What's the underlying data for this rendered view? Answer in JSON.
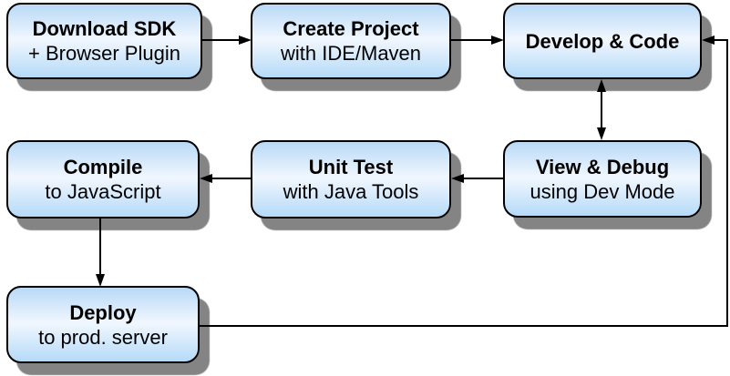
{
  "diagram": {
    "kind": "flowchart",
    "nodes": [
      {
        "id": "download-sdk",
        "title": "Download SDK",
        "subtitle": "+ Browser Plugin"
      },
      {
        "id": "create-project",
        "title": "Create Project",
        "subtitle": "with IDE/Maven"
      },
      {
        "id": "develop-code",
        "title": "Develop & Code",
        "subtitle": ""
      },
      {
        "id": "compile",
        "title": "Compile",
        "subtitle": "to JavaScript"
      },
      {
        "id": "unit-test",
        "title": "Unit Test",
        "subtitle": "with Java Tools"
      },
      {
        "id": "view-debug",
        "title": "View & Debug",
        "subtitle": "using Dev Mode"
      },
      {
        "id": "deploy",
        "title": "Deploy",
        "subtitle": "to prod. server"
      }
    ],
    "edges": [
      {
        "from": "download-sdk",
        "to": "create-project",
        "type": "arrow"
      },
      {
        "from": "create-project",
        "to": "develop-code",
        "type": "arrow"
      },
      {
        "from": "develop-code",
        "to": "view-debug",
        "type": "double-arrow"
      },
      {
        "from": "view-debug",
        "to": "unit-test",
        "type": "arrow"
      },
      {
        "from": "unit-test",
        "to": "compile",
        "type": "arrow"
      },
      {
        "from": "compile",
        "to": "deploy",
        "type": "arrow"
      },
      {
        "from": "deploy",
        "to": "develop-code",
        "type": "arrow",
        "route": "right-edge-feedback-loop"
      }
    ],
    "colors": {
      "node_fill_top": "#b9d9f6",
      "node_fill_middle": "#f1f7fe",
      "node_fill_bottom": "#b5daf8",
      "node_border": "#000000",
      "shadow": "#848484",
      "arrow": "#000000",
      "text": "#000000",
      "background": "#ffffff"
    }
  }
}
